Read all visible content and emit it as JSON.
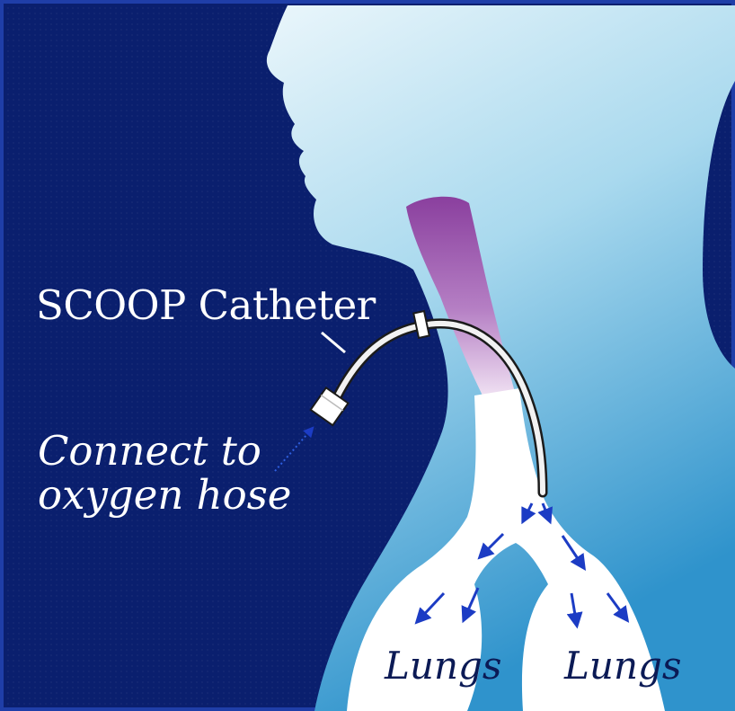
{
  "labels": {
    "catheter": "SCOOP Catheter",
    "connect_line1": "Connect to",
    "connect_line2": "oxygen hose",
    "lungs_left": "Lungs",
    "lungs_right": "Lungs"
  },
  "colors": {
    "background": "#0a1f6e",
    "border": "#1f3ea8",
    "body_light": "#d9eef7",
    "body_mid": "#8ccbe6",
    "body_dark": "#2e8fc9",
    "trachea_purple": "#8e4ea8",
    "airway_white": "#ffffff",
    "arrow_blue": "#1c3cc4",
    "label_text": "#ffffff",
    "lungs_text": "#0b1a55"
  }
}
